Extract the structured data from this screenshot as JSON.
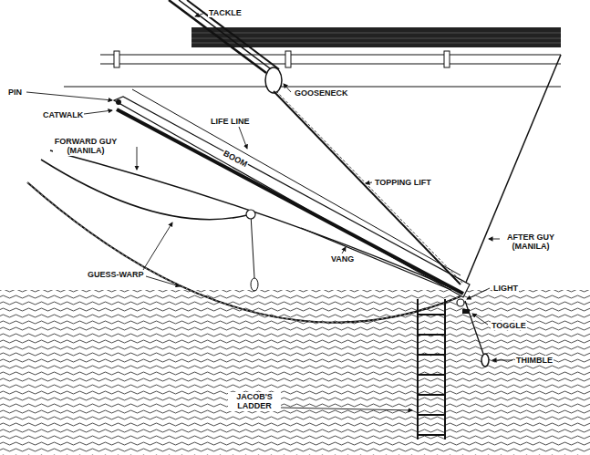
{
  "diagram": {
    "labels": [
      "TACKLE",
      "PIN",
      "GOOSENECK",
      "CATWALK",
      "LIFE LINE",
      "FORWARD GUY (MANILA)",
      "BOOM",
      "TOPPING LIFT",
      "AFTER GUY (MANILA)",
      "VANG",
      "GUESS-WARP",
      "LIGHT",
      "TOGGLE",
      "THIMBLE",
      "JACOB'S LADDER"
    ]
  }
}
